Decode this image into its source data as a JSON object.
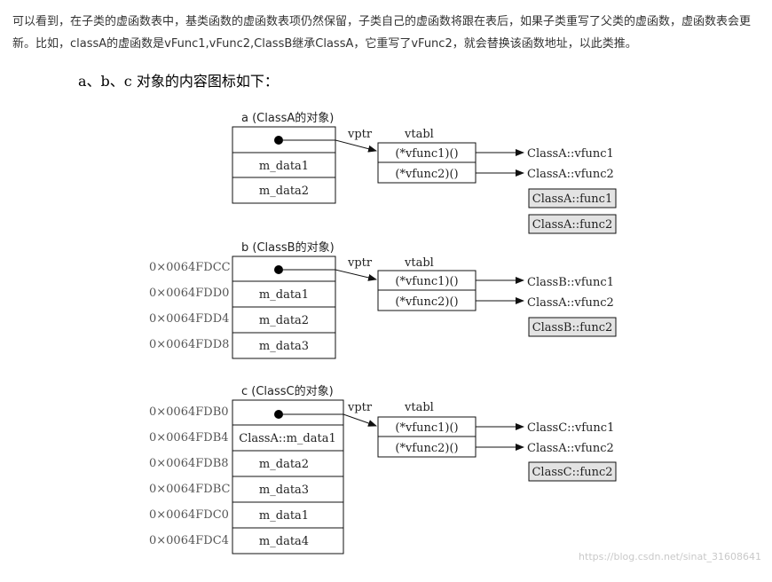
{
  "article": {
    "paragraph": "可以看到，在子类的虚函数表中，基类函数的虚函数表项仍然保留，子类自己的虚函数将跟在表后，如果子类重写了父类的虚函数，虚函数表会更新。比如，classA的虚函数是vFunc1,vFunc2,ClassB继承ClassA，它重写了vFunc2，就会替换该函数地址，以此类推。",
    "heading": "a、b、c 对象的内容图标如下："
  },
  "diagram": {
    "common": {
      "vptr": "vptr",
      "vtabl": "vtabl"
    },
    "objects": [
      {
        "label": "a (ClassA的对象)",
        "addresses": [],
        "fields": [
          "m_data1",
          "m_data2"
        ],
        "vtable": [
          "(*vfunc1)()",
          "(*vfunc2)()"
        ],
        "targets": [
          "ClassA::vfunc1",
          "ClassA::vfunc2"
        ],
        "funcs": [
          "ClassA::func1",
          "ClassA::func2"
        ]
      },
      {
        "label": "b (ClassB的对象)",
        "addresses": [
          "0×0064FDCC",
          "0×0064FDD0",
          "0×0064FDD4",
          "0×0064FDD8"
        ],
        "fields": [
          "m_data1",
          "m_data2",
          "m_data3"
        ],
        "vtable": [
          "(*vfunc1)()",
          "(*vfunc2)()"
        ],
        "targets": [
          "ClassB::vfunc1",
          "ClassA::vfunc2"
        ],
        "funcs": [
          "ClassB::func2"
        ]
      },
      {
        "label": "c (ClassC的对象)",
        "addresses": [
          "0×0064FDB0",
          "0×0064FDB4",
          "0×0064FDB8",
          "0×0064FDBC",
          "0×0064FDC0",
          "0×0064FDC4"
        ],
        "fields": [
          "ClassA::m_data1",
          "m_data2",
          "m_data3",
          "m_data1",
          "m_data4"
        ],
        "vtable": [
          "(*vfunc1)()",
          "(*vfunc2)()"
        ],
        "targets": [
          "ClassC::vfunc1",
          "ClassA::vfunc2"
        ],
        "funcs": [
          "ClassC::func2"
        ]
      }
    ]
  },
  "watermark": "https://blog.csdn.net/sinat_31608641"
}
